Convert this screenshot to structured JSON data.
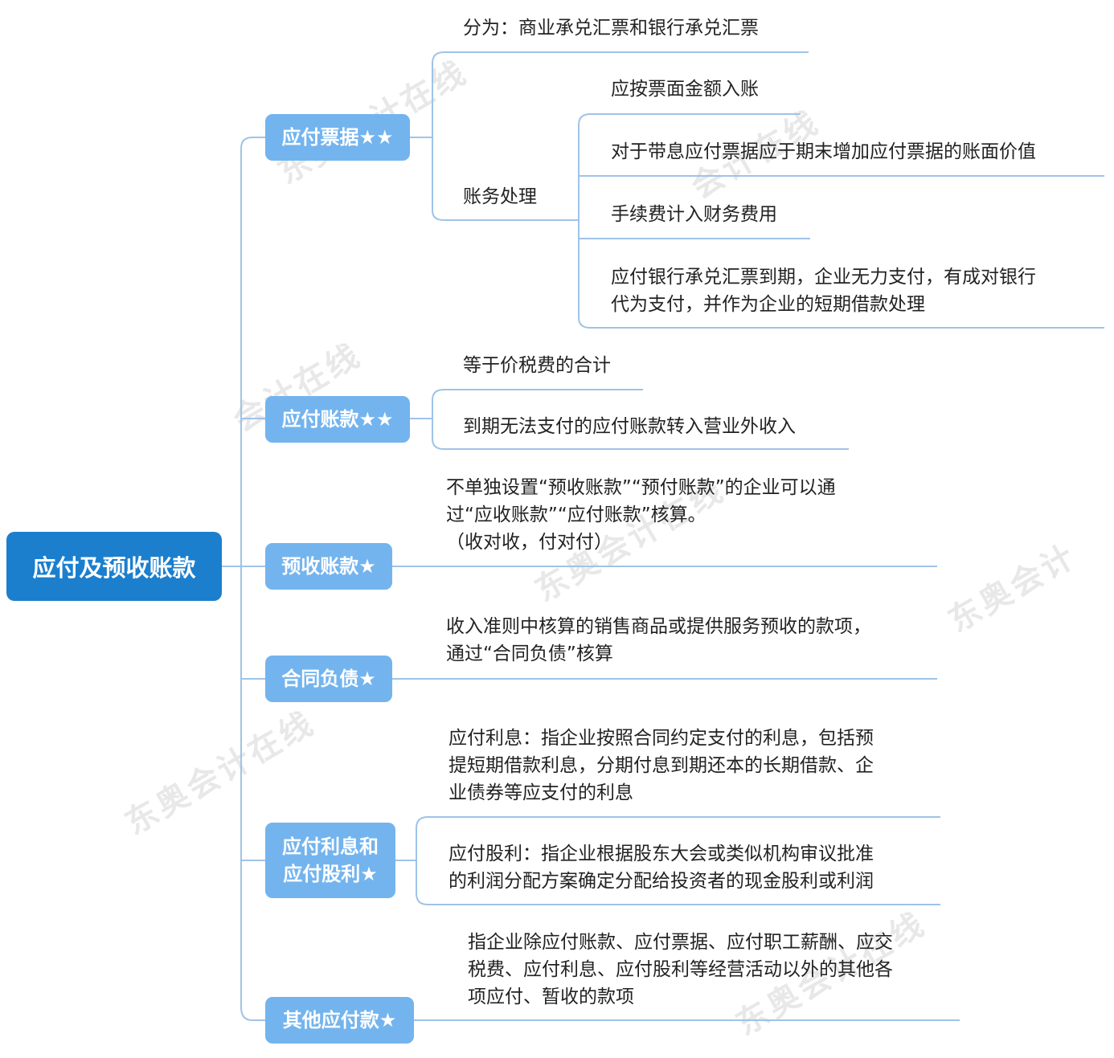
{
  "root": {
    "label": "应付及预收账款"
  },
  "nodes": {
    "notes_payable": {
      "label": "应付票据★★",
      "types": "分为：商业承兑汇票和银行承兑汇票",
      "accounting": {
        "label": "账务处理",
        "items": [
          "应按票面金额入账",
          "对于带息应付票据应于期末增加应付票据的账面价值",
          "手续费计入财务费用",
          "应付银行承兑汇票到期，企业无力支付，有成对银行",
          "代为支付，并作为企业的短期借款处理"
        ]
      }
    },
    "accounts_payable": {
      "label": "应付账款★★",
      "items": [
        "等于价税费的合计",
        "到期无法支付的应付账款转入营业外收入"
      ]
    },
    "advance_receipts": {
      "label": "预收账款★",
      "lines": [
        "不单独设置“预收账款”“预付账款”的企业可以通",
        "过“应收账款”“应付账款”核算。",
        "（收对收，付对付）"
      ]
    },
    "contract_liabilities": {
      "label": "合同负债★",
      "lines": [
        "收入准则中核算的销售商品或提供服务预收的款项，",
        "通过“合同负债”核算"
      ]
    },
    "interest_dividends": {
      "label_line1": "应付利息和",
      "label_line2": "应付股利★",
      "interest_lines": [
        "应付利息：指企业按照合同约定支付的利息，包括预",
        "提短期借款利息，分期付息到期还本的长期借款、企",
        "业债券等应支付的利息"
      ],
      "dividend_lines": [
        "应付股利：指企业根据股东大会或类似机构审议批准",
        "的利润分配方案确定分配给投资者的现金股利或利润"
      ]
    },
    "other_payables": {
      "label": "其他应付款★",
      "lines": [
        "指企业除应付账款、应付票据、应付职工薪酬、应交",
        "税费、应付利息、应付股利等经营活动以外的其他各",
        "项应付、暂收的款项"
      ]
    }
  },
  "colors": {
    "root": "#1b7fce",
    "category": "#73b4ee",
    "line": "#9fc3e8"
  }
}
